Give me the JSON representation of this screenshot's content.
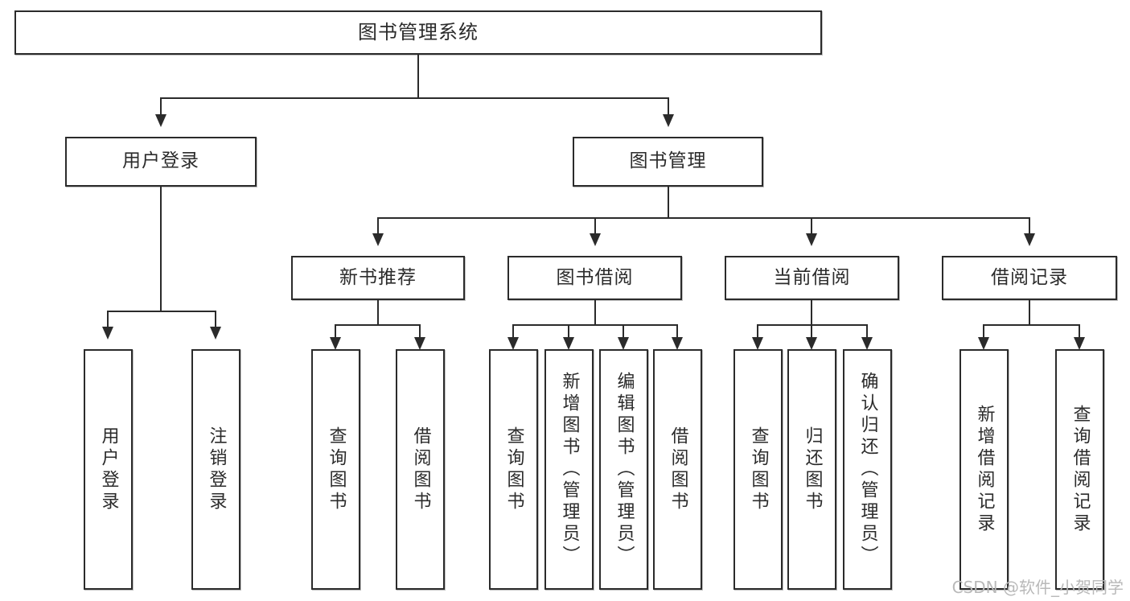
{
  "diagram": {
    "type": "tree",
    "title": "图书管理系统",
    "root": {
      "label": "图书管理系统"
    },
    "level2": [
      {
        "label": "用户登录"
      },
      {
        "label": "图书管理"
      }
    ],
    "level3": [
      {
        "label": "新书推荐"
      },
      {
        "label": "图书借阅"
      },
      {
        "label": "当前借阅"
      },
      {
        "label": "借阅记录"
      }
    ],
    "leaves": {
      "user_login": [
        {
          "label": "用户登录"
        },
        {
          "label": "注销登录"
        }
      ],
      "new_book_recommend": [
        {
          "label": "查询图书"
        },
        {
          "label": "借阅图书"
        }
      ],
      "book_borrow": [
        {
          "label": "查询图书"
        },
        {
          "label": "新增图书（管理员）"
        },
        {
          "label": "编辑图书（管理员）"
        },
        {
          "label": "借阅图书"
        }
      ],
      "current_borrow": [
        {
          "label": "查询图书"
        },
        {
          "label": "归还图书"
        },
        {
          "label": "确认归还（管理员）"
        }
      ],
      "borrow_record": [
        {
          "label": "新增借阅记录"
        },
        {
          "label": "查询借阅记录"
        }
      ]
    }
  },
  "watermark": {
    "text": "CSDN @软件_小贺同学"
  },
  "colors": {
    "stroke": "#2b2b2b",
    "fill": "#ffffff",
    "watermark": "#b9b9b9"
  }
}
